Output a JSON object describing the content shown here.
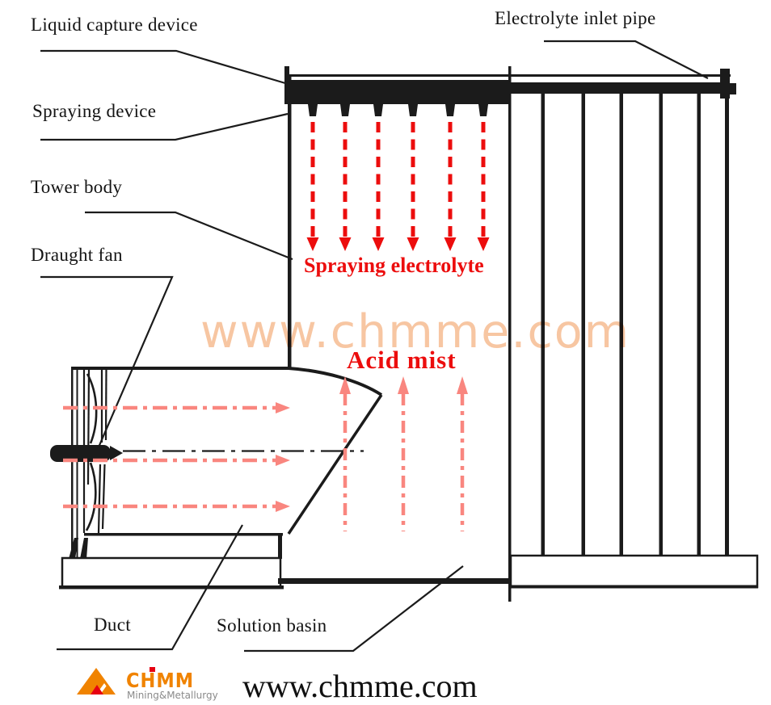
{
  "colors": {
    "line": "#1b1b1b",
    "red": "#ec0d0d",
    "pink": "#f9867f",
    "watermark": "#f2a369",
    "logo_orange": "#f08300",
    "logo_red": "#e60012",
    "logo_gray": "#8a8a8a"
  },
  "diagram_labels": {
    "liquid_capture_device": "Liquid capture device",
    "spraying_device": "Spraying device",
    "tower_body": "Tower body",
    "draught_fan": "Draught fan",
    "electrolyte_inlet_pipe": "Electrolyte inlet pipe",
    "duct": "Duct",
    "solution_basin": "Solution basin"
  },
  "flow_annotations": {
    "spraying_electrolyte": "Spraying electrolyte",
    "acid_mist": "Acid mist"
  },
  "watermark_text": "www.chmme.com",
  "footer": {
    "website": "www.chmme.com",
    "logo_name": "CHMM",
    "logo_tagline": "Mining&Metallurgy"
  }
}
